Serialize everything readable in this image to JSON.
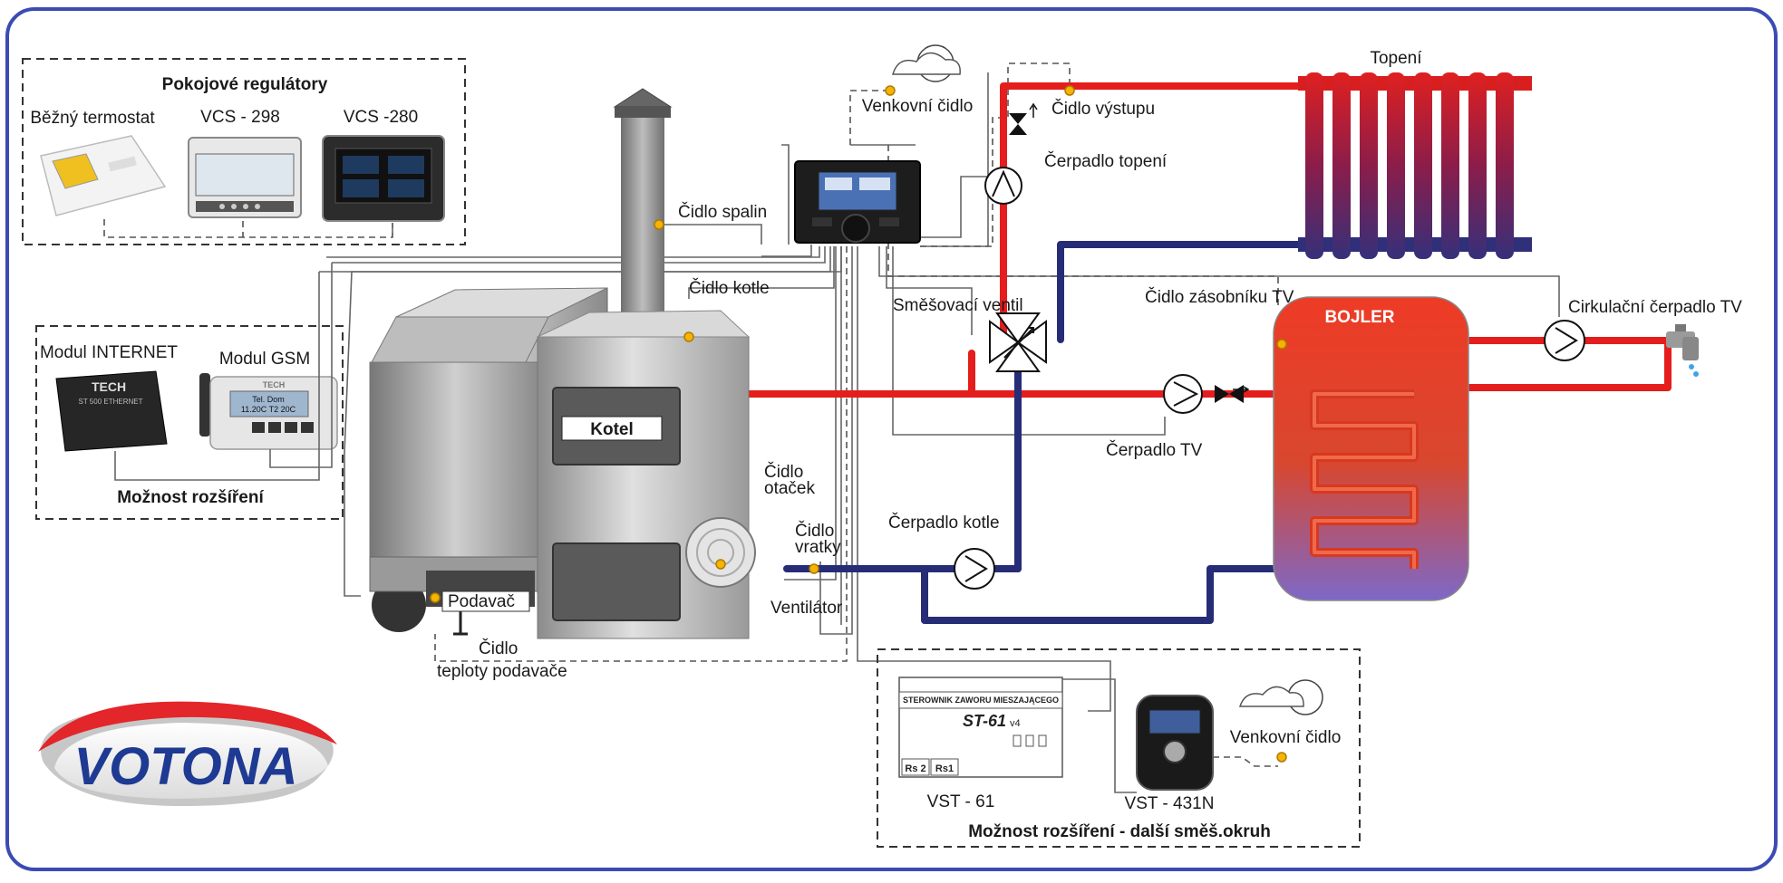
{
  "colors": {
    "frame": "#3b4bb3",
    "hot_pipe": "#e51d1d",
    "cold_pipe": "#262d76",
    "sensor": "#f4b400",
    "brand_red": "#e3262a",
    "brand_blue": "#1f3a93"
  },
  "room_regulators": {
    "title": "Pokojové regulátory",
    "device1": "Běžný termostat",
    "device2": "VCS - 298",
    "device3": "VCS -280"
  },
  "expansion": {
    "title": "Možnost rozšíření",
    "internet": "Modul INTERNET",
    "gsm": "Modul GSM",
    "internet_brand": "TECH",
    "internet_model": "ST 500 ETHERNET",
    "gsm_brand": "TECH",
    "gsm_screen1": "Tel.  Dom",
    "gsm_screen2": "11.20C  T2 20C"
  },
  "boiler": {
    "label": "Kotel",
    "flue_sensor": "Čidlo spalin",
    "boiler_sensor": "Čidlo kotle",
    "rpm_sensor_1": "Čidlo",
    "rpm_sensor_2": "otaček",
    "return_sensor_1": "Čidlo",
    "return_sensor_2": "vratky",
    "fan": "Ventilátor",
    "feeder": "Podavač",
    "feeder_sensor_1": "Čidlo",
    "feeder_sensor_2": "teploty podavače"
  },
  "controller": {
    "outdoor_sensor": "Venkovní čidlo"
  },
  "heating": {
    "title": "Topení",
    "outlet_sensor": "Čidlo výstupu",
    "heating_pump": "Čerpadlo topení",
    "mixing_valve": "Směšovací ventil",
    "tank_sensor": "Čidlo zásobníku TV",
    "dhw_pump": "Čerpadlo TV",
    "boiler_pump": "Čerpadlo kotle",
    "circulation_pump": "Cirkulační čerpadlo TV",
    "tank_label": "BOJLER"
  },
  "mixing_expansion": {
    "title": "Možnost rozšíření - další směš.okruh",
    "vst61": "VST - 61",
    "vst431": "VST - 431N",
    "outdoor_sensor": "Venkovní čidlo",
    "st61_header": "STEROWNIK ZAWORU  MIESZAJĄCEGO",
    "st61_model": "ST-61",
    "st61_version": "v4",
    "st61_rs2": "Rs 2",
    "st61_rs1": "Rs1"
  },
  "logo": {
    "text": "VOTONA"
  }
}
